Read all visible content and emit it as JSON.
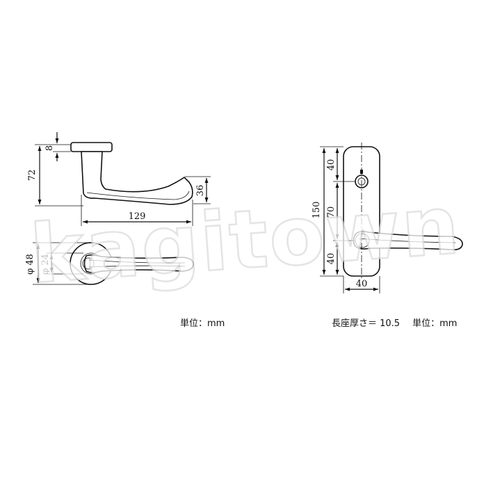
{
  "watermark": "kagitown",
  "side_view": {
    "dim_height": "72",
    "dim_rose_thickness": "8",
    "dim_lever_drop": "36",
    "dim_length": "129"
  },
  "top_view": {
    "dim_rose_diameter": "φ 48",
    "dim_shank_diameter": "φ 24"
  },
  "plate_view": {
    "dim_total_height": "150",
    "dim_top": "40",
    "dim_middle": "70",
    "dim_bottom": "40",
    "dim_width": "40"
  },
  "notes": {
    "unit_left": "単位：mm",
    "plate_thickness": "長座厚さ＝ 10.5",
    "unit_right": "単位：mm"
  }
}
